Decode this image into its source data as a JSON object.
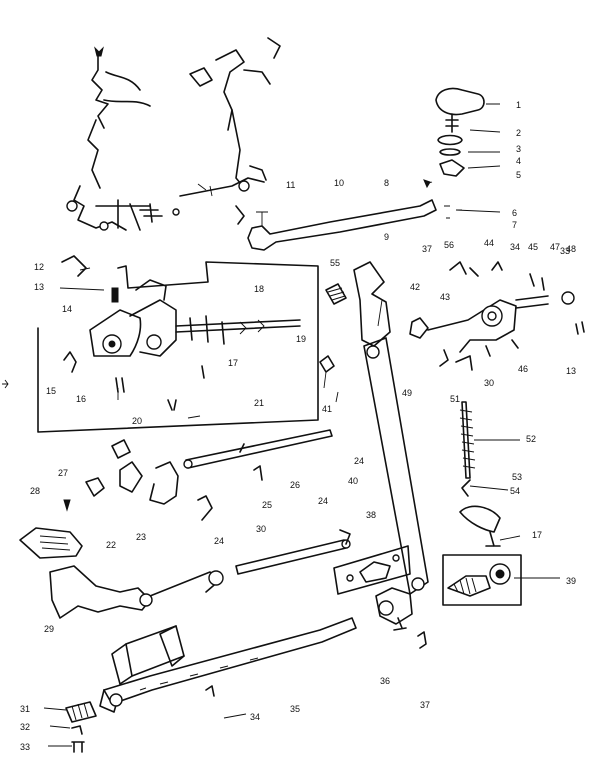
{
  "callouts": [
    {
      "id": "1",
      "text": "1"
    },
    {
      "id": "2",
      "text": "2"
    },
    {
      "id": "3",
      "text": "3"
    },
    {
      "id": "4",
      "text": "4"
    },
    {
      "id": "5",
      "text": "5"
    },
    {
      "id": "6",
      "text": "6"
    },
    {
      "id": "7",
      "text": "7"
    },
    {
      "id": "8",
      "text": "8"
    },
    {
      "id": "9",
      "text": "9"
    },
    {
      "id": "10",
      "text": "10"
    },
    {
      "id": "11",
      "text": "11"
    },
    {
      "id": "12",
      "text": "12"
    },
    {
      "id": "13a",
      "text": "13"
    },
    {
      "id": "13b",
      "text": "13"
    },
    {
      "id": "14",
      "text": "14"
    },
    {
      "id": "15",
      "text": "15"
    },
    {
      "id": "16",
      "text": "16"
    },
    {
      "id": "17a",
      "text": "17"
    },
    {
      "id": "17b",
      "text": "17"
    },
    {
      "id": "18",
      "text": "18"
    },
    {
      "id": "19",
      "text": "19"
    },
    {
      "id": "20",
      "text": "20"
    },
    {
      "id": "21",
      "text": "21"
    },
    {
      "id": "22",
      "text": "22"
    },
    {
      "id": "23",
      "text": "23"
    },
    {
      "id": "24a",
      "text": "24"
    },
    {
      "id": "24b",
      "text": "24"
    },
    {
      "id": "24c",
      "text": "24"
    },
    {
      "id": "25",
      "text": "25"
    },
    {
      "id": "26",
      "text": "26"
    },
    {
      "id": "27",
      "text": "27"
    },
    {
      "id": "28",
      "text": "28"
    },
    {
      "id": "29",
      "text": "29"
    },
    {
      "id": "30a",
      "text": "30"
    },
    {
      "id": "30b",
      "text": "30"
    },
    {
      "id": "31",
      "text": "31"
    },
    {
      "id": "32",
      "text": "32"
    },
    {
      "id": "33a",
      "text": "33"
    },
    {
      "id": "33b",
      "text": "33"
    },
    {
      "id": "34a",
      "text": "34"
    },
    {
      "id": "34b",
      "text": "34"
    },
    {
      "id": "35",
      "text": "35"
    },
    {
      "id": "36",
      "text": "36"
    },
    {
      "id": "37a",
      "text": "37"
    },
    {
      "id": "37b",
      "text": "37"
    },
    {
      "id": "38",
      "text": "38"
    },
    {
      "id": "39",
      "text": "39"
    },
    {
      "id": "40",
      "text": "40"
    },
    {
      "id": "41",
      "text": "41"
    },
    {
      "id": "42",
      "text": "42"
    },
    {
      "id": "43",
      "text": "43"
    },
    {
      "id": "44",
      "text": "44"
    },
    {
      "id": "45",
      "text": "45"
    },
    {
      "id": "46",
      "text": "46"
    },
    {
      "id": "47",
      "text": "47"
    },
    {
      "id": "48",
      "text": "48"
    },
    {
      "id": "49",
      "text": "49"
    },
    {
      "id": "51",
      "text": "51"
    },
    {
      "id": "52",
      "text": "52"
    },
    {
      "id": "53",
      "text": "53"
    },
    {
      "id": "54",
      "text": "54"
    },
    {
      "id": "55",
      "text": "55"
    },
    {
      "id": "56",
      "text": "56"
    }
  ]
}
